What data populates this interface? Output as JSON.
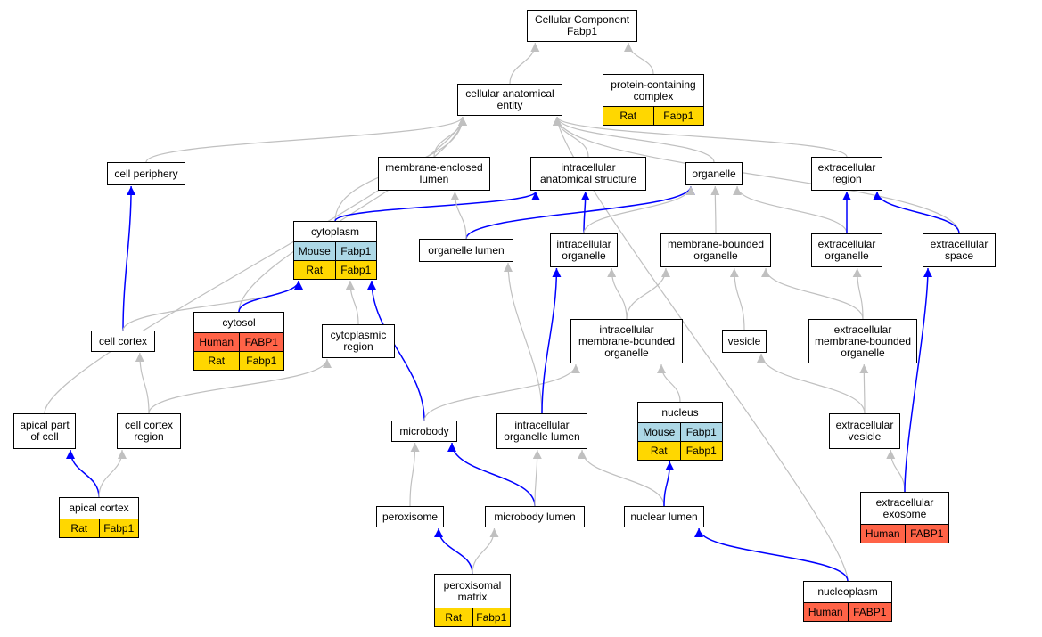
{
  "colors": {
    "rat": "#ffd700",
    "mouse": "#add8e6",
    "human": "#ff6347",
    "edge_grey": "#c0c0c0",
    "edge_blue": "#0000ff"
  },
  "nodes": {
    "root": {
      "label": "Cellular Component\nFabp1"
    },
    "protein_complex": {
      "label": "protein-containing\ncomplex",
      "ann": [
        [
          [
            "Rat",
            "rat"
          ],
          [
            "Fabp1",
            "rat"
          ]
        ]
      ]
    },
    "anatomical_entity": {
      "label": "cellular anatomical\nentity"
    },
    "cell_periphery": {
      "label": "cell periphery"
    },
    "membrane_enclosed_lumen": {
      "label": "membrane-enclosed\nlumen"
    },
    "intracellular_structure": {
      "label": "intracellular\nanatomical structure"
    },
    "organelle": {
      "label": "organelle"
    },
    "extracellular_region": {
      "label": "extracellular\nregion"
    },
    "cytoplasm": {
      "label": "cytoplasm",
      "ann": [
        [
          [
            "Mouse",
            "mouse"
          ],
          [
            "Fabp1",
            "mouse"
          ]
        ],
        [
          [
            "Rat",
            "rat"
          ],
          [
            "Fabp1",
            "rat"
          ]
        ]
      ]
    },
    "organelle_lumen": {
      "label": "organelle lumen"
    },
    "intracellular_organelle": {
      "label": "intracellular\norganelle"
    },
    "membrane_bounded_organelle": {
      "label": "membrane-bounded\norganelle"
    },
    "extracellular_organelle": {
      "label": "extracellular\norganelle"
    },
    "extracellular_space": {
      "label": "extracellular\nspace"
    },
    "cytosol": {
      "label": "cytosol",
      "ann": [
        [
          [
            "Human",
            "human"
          ],
          [
            "FABP1",
            "human"
          ]
        ],
        [
          [
            "Rat",
            "rat"
          ],
          [
            "Fabp1",
            "rat"
          ]
        ]
      ]
    },
    "cell_cortex": {
      "label": "cell cortex"
    },
    "cytoplasmic_region": {
      "label": "cytoplasmic\nregion"
    },
    "intracellular_mbo": {
      "label": "intracellular\nmembrane-bounded\norganelle"
    },
    "vesicle": {
      "label": "vesicle"
    },
    "extracellular_mbo": {
      "label": "extracellular\nmembrane-bounded\norganelle"
    },
    "apical_part": {
      "label": "apical part\nof cell"
    },
    "cell_cortex_region": {
      "label": "cell cortex\nregion"
    },
    "microbody": {
      "label": "microbody"
    },
    "intracellular_organelle_lumen": {
      "label": "intracellular\norganelle lumen"
    },
    "nucleus": {
      "label": "nucleus",
      "ann": [
        [
          [
            "Mouse",
            "mouse"
          ],
          [
            "Fabp1",
            "mouse"
          ]
        ],
        [
          [
            "Rat",
            "rat"
          ],
          [
            "Fabp1",
            "rat"
          ]
        ]
      ]
    },
    "extracellular_vesicle": {
      "label": "extracellular\nvesicle"
    },
    "apical_cortex": {
      "label": "apical cortex",
      "ann": [
        [
          [
            "Rat",
            "rat"
          ],
          [
            "Fabp1",
            "rat"
          ]
        ]
      ]
    },
    "peroxisome": {
      "label": "peroxisome"
    },
    "microbody_lumen": {
      "label": "microbody lumen"
    },
    "nuclear_lumen": {
      "label": "nuclear lumen"
    },
    "extracellular_exosome": {
      "label": "extracellular\nexosome",
      "ann": [
        [
          [
            "Human",
            "human"
          ],
          [
            "FABP1",
            "human"
          ]
        ]
      ]
    },
    "peroxisomal_matrix": {
      "label": "peroxisomal\nmatrix",
      "ann": [
        [
          [
            "Rat",
            "rat"
          ],
          [
            "Fabp1",
            "rat"
          ]
        ]
      ]
    },
    "nucleoplasm": {
      "label": "nucleoplasm",
      "ann": [
        [
          [
            "Human",
            "human"
          ],
          [
            "FABP1",
            "human"
          ]
        ]
      ]
    }
  },
  "edges": [
    {
      "from": "anatomical_entity",
      "to": "root",
      "color": "grey"
    },
    {
      "from": "protein_complex",
      "to": "root",
      "color": "grey"
    },
    {
      "from": "cell_periphery",
      "to": "anatomical_entity",
      "color": "grey"
    },
    {
      "from": "membrane_enclosed_lumen",
      "to": "anatomical_entity",
      "color": "grey"
    },
    {
      "from": "intracellular_structure",
      "to": "anatomical_entity",
      "color": "grey"
    },
    {
      "from": "organelle",
      "to": "anatomical_entity",
      "color": "grey"
    },
    {
      "from": "extracellular_region",
      "to": "anatomical_entity",
      "color": "grey"
    },
    {
      "from": "cytoplasm",
      "to": "anatomical_entity",
      "color": "grey"
    },
    {
      "from": "cytosol",
      "to": "anatomical_entity",
      "color": "grey"
    },
    {
      "from": "apical_part",
      "to": "anatomical_entity",
      "color": "grey"
    },
    {
      "from": "extracellular_space",
      "to": "anatomical_entity",
      "color": "grey"
    },
    {
      "from": "nucleoplasm",
      "to": "anatomical_entity",
      "color": "grey"
    },
    {
      "from": "cytoplasm",
      "to": "intracellular_structure",
      "color": "blue"
    },
    {
      "from": "organelle_lumen",
      "to": "organelle",
      "color": "blue"
    },
    {
      "from": "organelle_lumen",
      "to": "membrane_enclosed_lumen",
      "color": "grey"
    },
    {
      "from": "intracellular_organelle",
      "to": "intracellular_structure",
      "color": "blue"
    },
    {
      "from": "intracellular_organelle",
      "to": "organelle",
      "color": "grey"
    },
    {
      "from": "membrane_bounded_organelle",
      "to": "organelle",
      "color": "grey"
    },
    {
      "from": "extracellular_organelle",
      "to": "organelle",
      "color": "grey"
    },
    {
      "from": "extracellular_organelle",
      "to": "extracellular_region",
      "color": "blue"
    },
    {
      "from": "extracellular_space",
      "to": "extracellular_region",
      "color": "blue"
    },
    {
      "from": "cell_cortex",
      "to": "cell_periphery",
      "color": "blue"
    },
    {
      "from": "cell_cortex",
      "to": "cytoplasm",
      "color": "grey"
    },
    {
      "from": "cytosol",
      "to": "cytoplasm",
      "color": "blue"
    },
    {
      "from": "cytoplasmic_region",
      "to": "cytoplasm",
      "color": "grey"
    },
    {
      "from": "microbody",
      "to": "cytoplasm",
      "color": "blue"
    },
    {
      "from": "intracellular_mbo",
      "to": "intracellular_organelle",
      "color": "grey"
    },
    {
      "from": "intracellular_mbo",
      "to": "membrane_bounded_organelle",
      "color": "grey"
    },
    {
      "from": "vesicle",
      "to": "membrane_bounded_organelle",
      "color": "grey"
    },
    {
      "from": "extracellular_mbo",
      "to": "membrane_bounded_organelle",
      "color": "grey"
    },
    {
      "from": "extracellular_mbo",
      "to": "extracellular_organelle",
      "color": "grey"
    },
    {
      "from": "cell_cortex_region",
      "to": "cell_cortex",
      "color": "grey"
    },
    {
      "from": "cell_cortex_region",
      "to": "cytoplasmic_region",
      "color": "grey"
    },
    {
      "from": "microbody",
      "to": "intracellular_mbo",
      "color": "grey"
    },
    {
      "from": "intracellular_organelle_lumen",
      "to": "organelle_lumen",
      "color": "grey"
    },
    {
      "from": "intracellular_organelle_lumen",
      "to": "intracellular_organelle",
      "color": "blue"
    },
    {
      "from": "nucleus",
      "to": "intracellular_mbo",
      "color": "grey"
    },
    {
      "from": "extracellular_vesicle",
      "to": "vesicle",
      "color": "grey"
    },
    {
      "from": "extracellular_vesicle",
      "to": "extracellular_mbo",
      "color": "grey"
    },
    {
      "from": "apical_cortex",
      "to": "apical_part",
      "color": "blue"
    },
    {
      "from": "apical_cortex",
      "to": "cell_cortex_region",
      "color": "grey"
    },
    {
      "from": "peroxisome",
      "to": "microbody",
      "color": "grey"
    },
    {
      "from": "microbody_lumen",
      "to": "microbody",
      "color": "blue"
    },
    {
      "from": "microbody_lumen",
      "to": "intracellular_organelle_lumen",
      "color": "grey"
    },
    {
      "from": "nuclear_lumen",
      "to": "intracellular_organelle_lumen",
      "color": "grey"
    },
    {
      "from": "nuclear_lumen",
      "to": "nucleus",
      "color": "blue"
    },
    {
      "from": "extracellular_exosome",
      "to": "extracellular_vesicle",
      "color": "grey"
    },
    {
      "from": "extracellular_exosome",
      "to": "extracellular_space",
      "color": "blue"
    },
    {
      "from": "peroxisomal_matrix",
      "to": "peroxisome",
      "color": "blue"
    },
    {
      "from": "peroxisomal_matrix",
      "to": "microbody_lumen",
      "color": "grey"
    },
    {
      "from": "nucleoplasm",
      "to": "nuclear_lumen",
      "color": "blue"
    }
  ]
}
